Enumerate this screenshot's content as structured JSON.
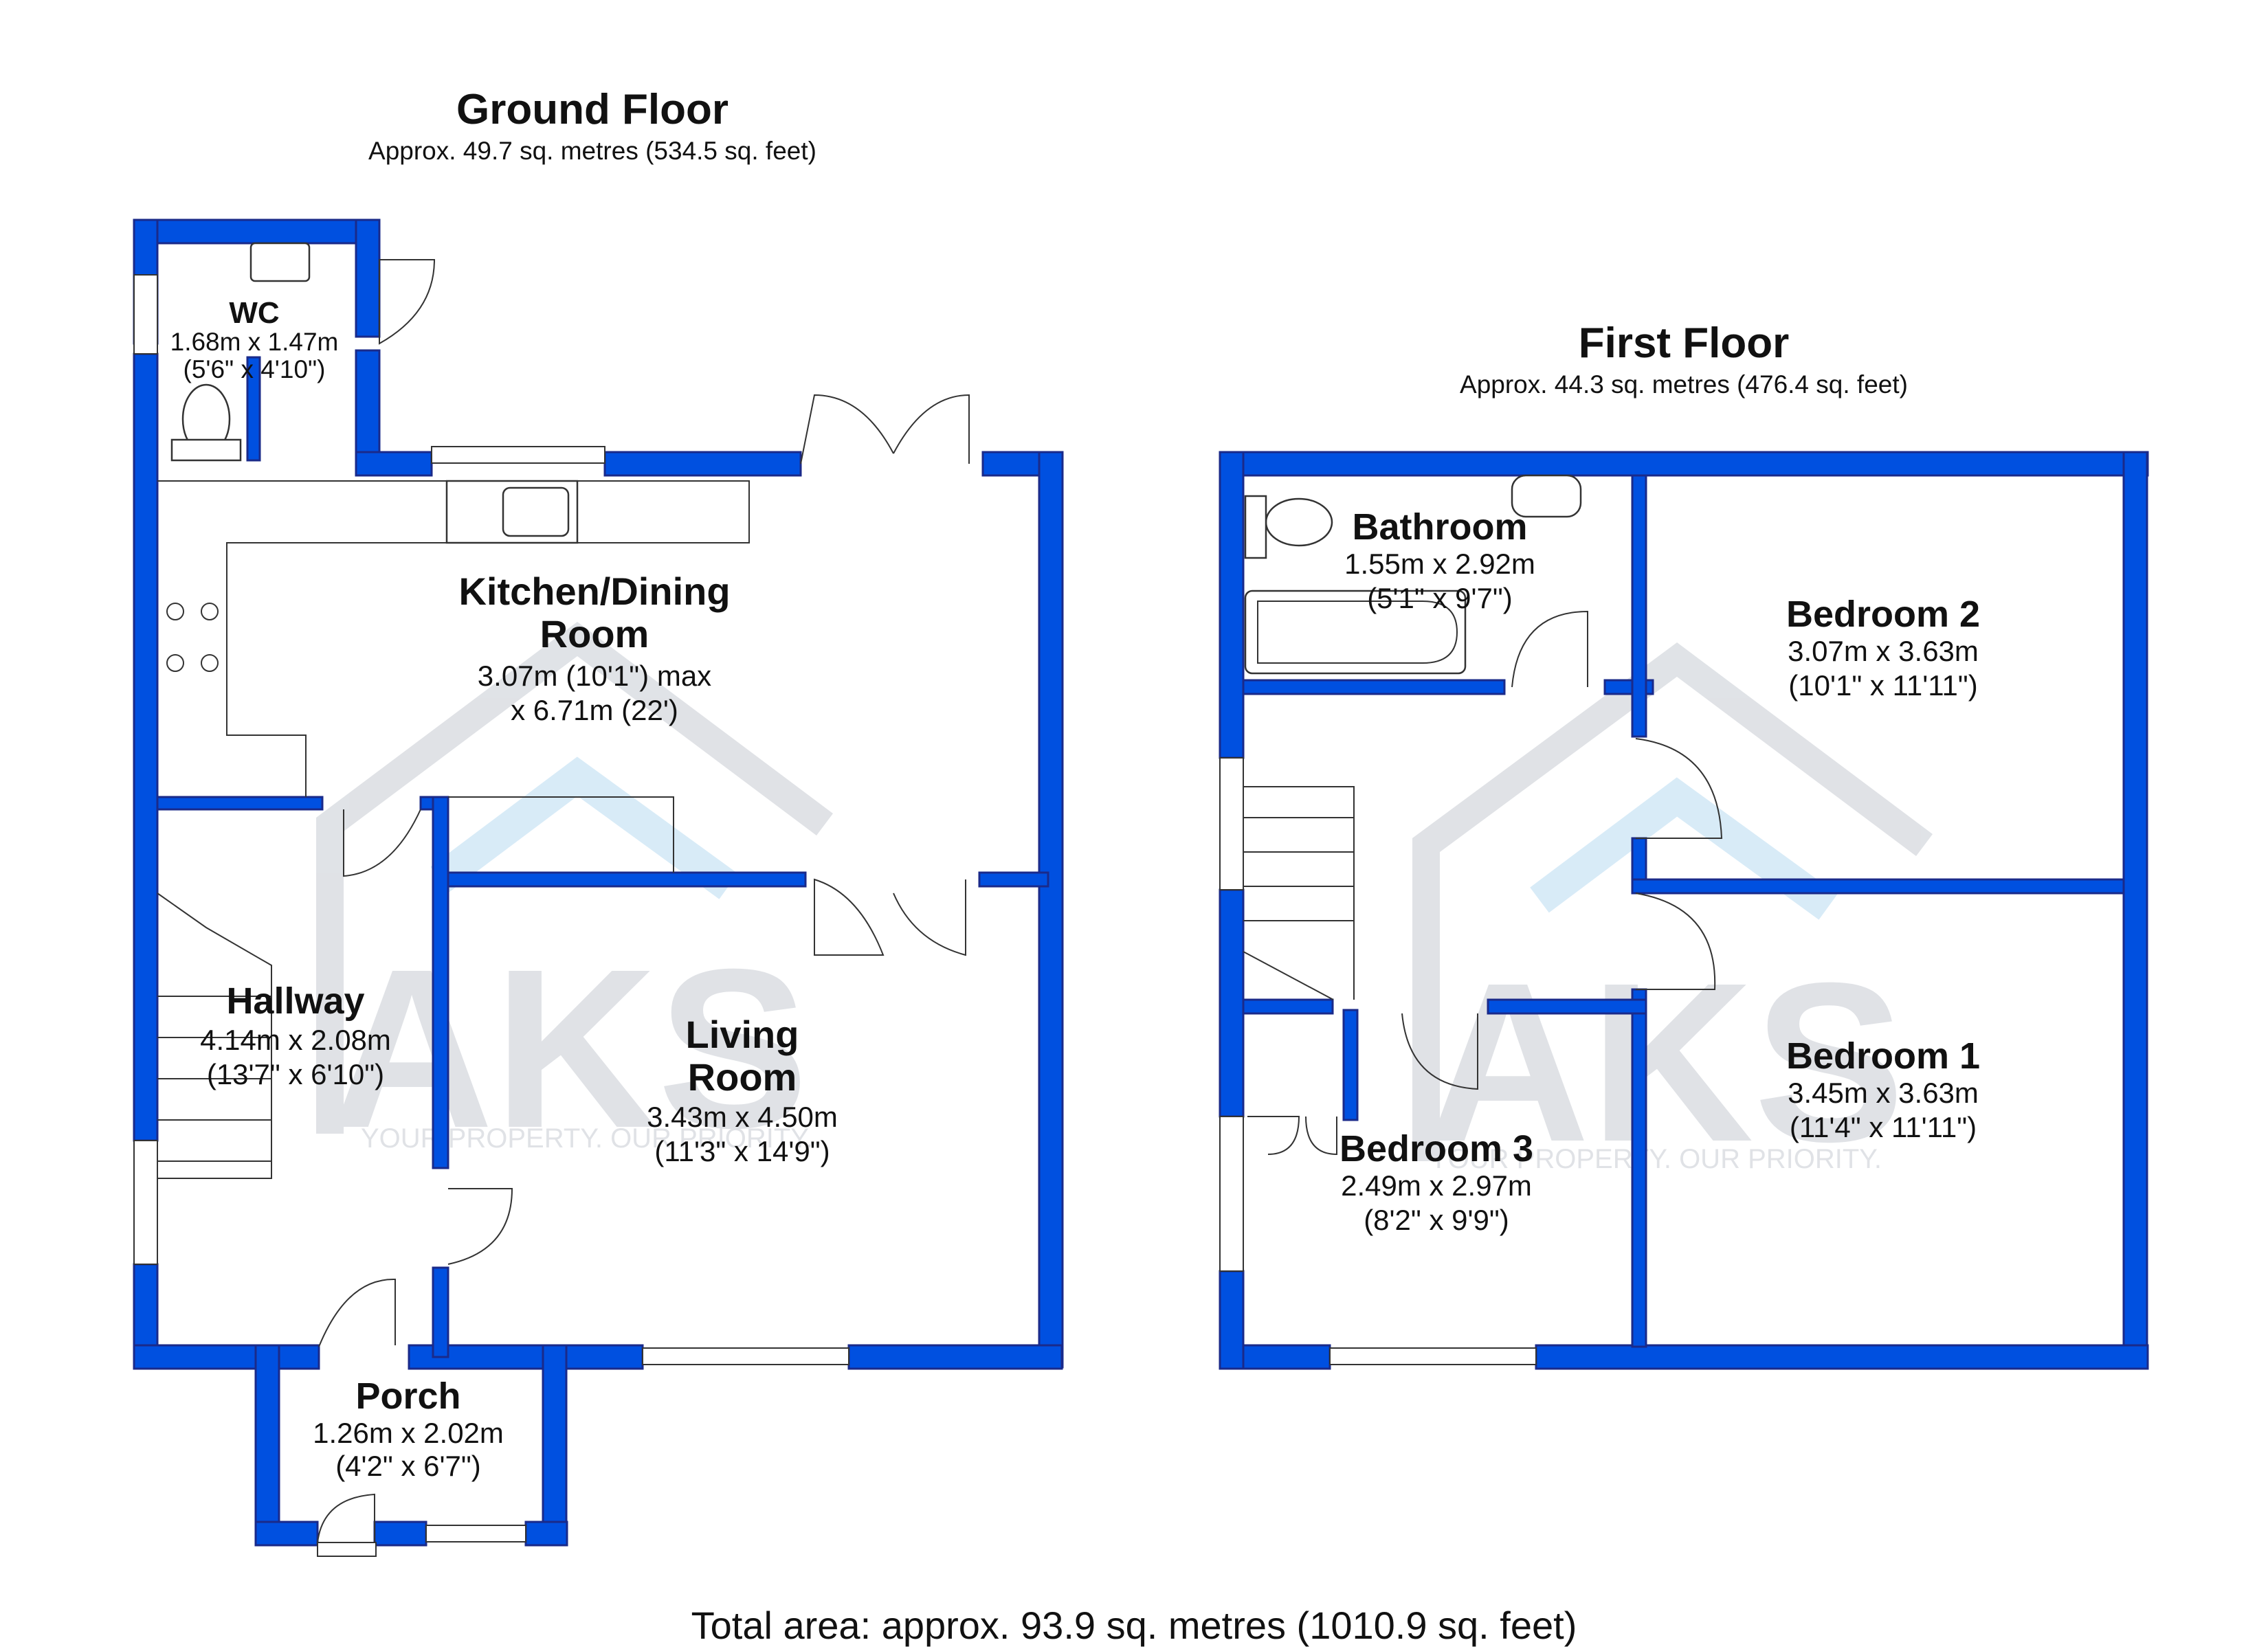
{
  "colors": {
    "wall": "#0050e0",
    "wall_edge": "#1a2a8a",
    "watermark_blue": "#b9dcf2",
    "watermark_grey": "#c7ccd3"
  },
  "watermark": {
    "logo_text": "AKS",
    "tagline": "YOUR PROPERTY. OUR PRIORITY."
  },
  "ground_floor": {
    "title": "Ground Floor",
    "area": "Approx. 49.7 sq. metres (534.5 sq. feet)",
    "rooms": {
      "wc": {
        "name": "WC",
        "dim1": "1.68m x 1.47m",
        "dim2": "(5'6\" x 4'10\")"
      },
      "kitchen": {
        "name1": "Kitchen/Dining",
        "name2": "Room",
        "dim1": "3.07m (10'1\") max",
        "dim2": "x 6.71m (22')"
      },
      "hallway": {
        "name": "Hallway",
        "dim1": "4.14m x 2.08m",
        "dim2": "(13'7\" x 6'10\")"
      },
      "living": {
        "name1": "Living",
        "name2": "Room",
        "dim1": "3.43m x 4.50m",
        "dim2": "(11'3\" x 14'9\")"
      },
      "porch": {
        "name": "Porch",
        "dim1": "1.26m x 2.02m",
        "dim2": "(4'2\" x 6'7\")"
      }
    }
  },
  "first_floor": {
    "title": "First Floor",
    "area": "Approx. 44.3 sq. metres (476.4 sq. feet)",
    "rooms": {
      "bathroom": {
        "name": "Bathroom",
        "dim1": "1.55m x 2.92m",
        "dim2": "(5'1\" x 9'7\")"
      },
      "bedroom2": {
        "name": "Bedroom 2",
        "dim1": "3.07m x 3.63m",
        "dim2": "(10'1\" x 11'11\")"
      },
      "bedroom1": {
        "name": "Bedroom 1",
        "dim1": "3.45m x 3.63m",
        "dim2": "(11'4\" x 11'11\")"
      },
      "bedroom3": {
        "name": "Bedroom 3",
        "dim1": "2.49m x 2.97m",
        "dim2": "(8'2\" x 9'9\")"
      }
    }
  },
  "total_area": "Total area: approx. 93.9 sq. metres (1010.9 sq. feet)"
}
